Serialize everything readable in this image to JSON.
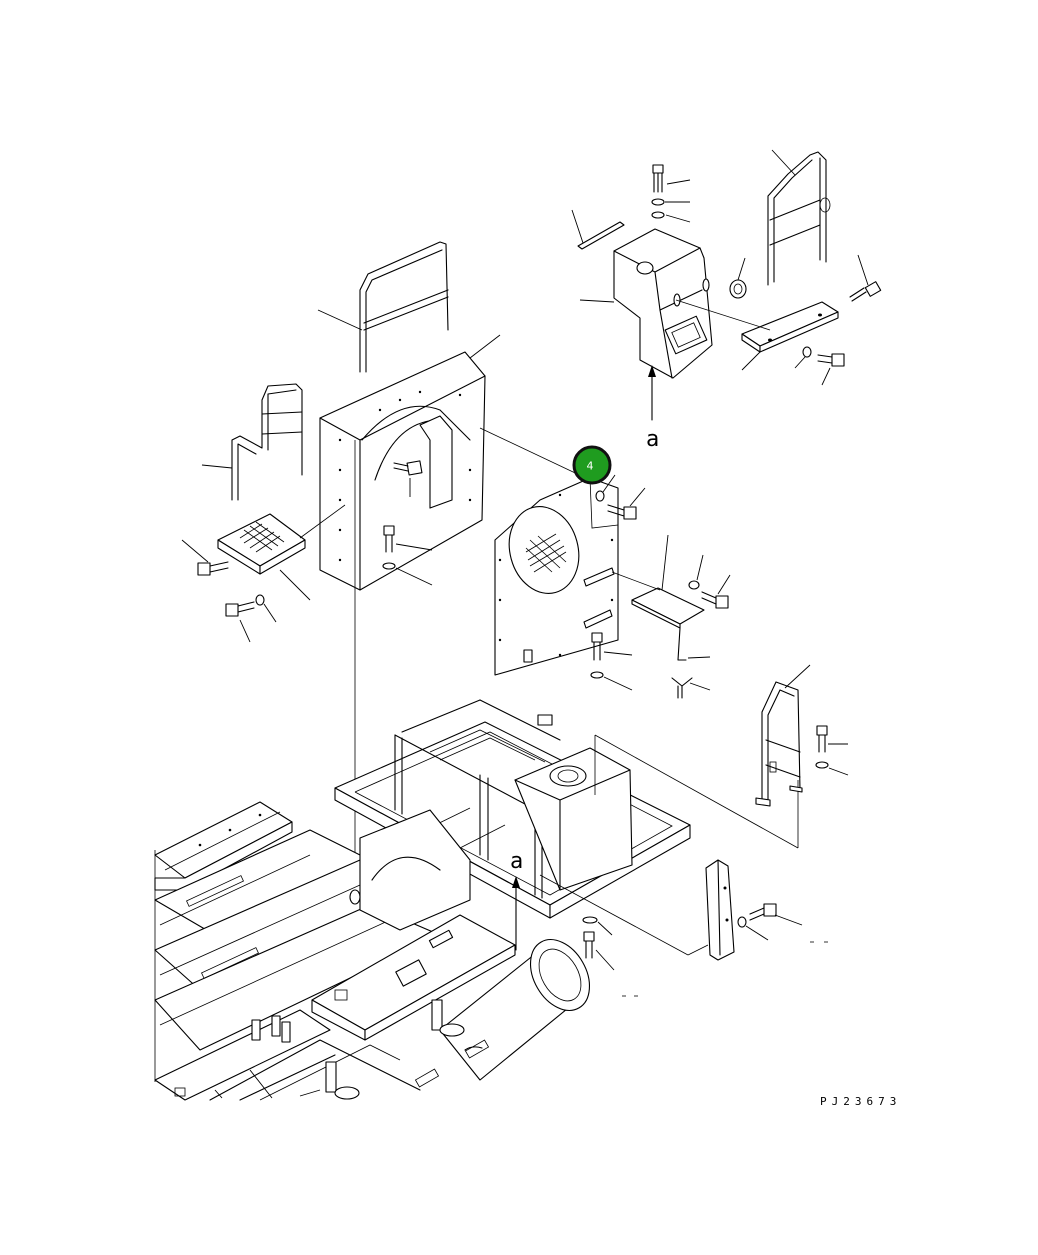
{
  "drawing": {
    "code": "PJ23673",
    "view_labels": [
      "a",
      "a"
    ]
  },
  "callouts": [
    {
      "number": "4",
      "color": "#1f9c1f",
      "border": "#111111",
      "text_color": "#ffffff"
    }
  ]
}
